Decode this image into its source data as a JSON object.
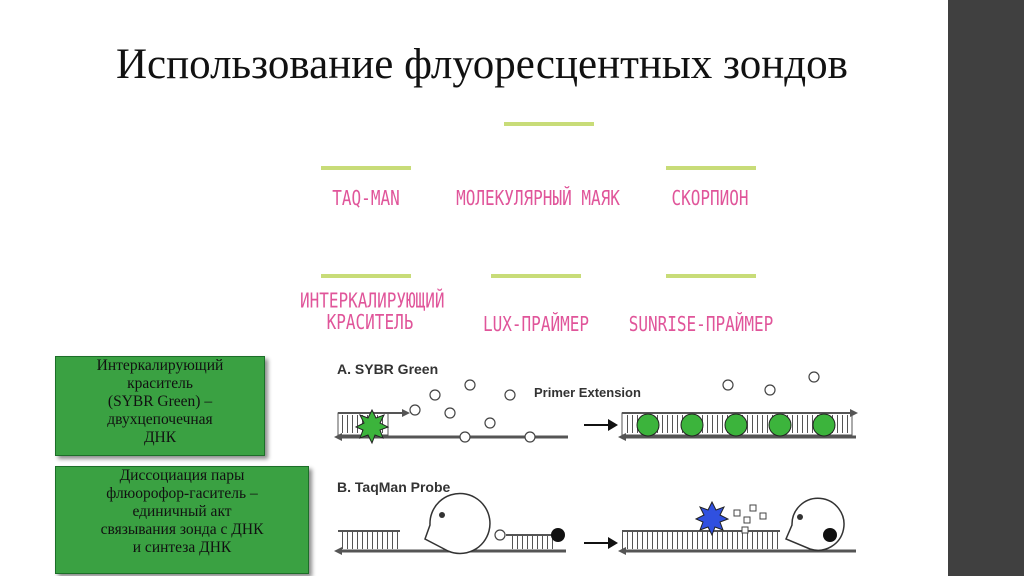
{
  "slide": {
    "title": "Использование флуоресцентных зондов"
  },
  "probe_types": [
    {
      "label": "TAQ-MAN"
    },
    {
      "label": "МОЛЕКУЛЯРНЫЙ МАЯК"
    },
    {
      "label": "СКОРПИОН"
    },
    {
      "label_line1": "ИНТЕРКАЛИРУЮЩИЙ",
      "label_line2": "КРАСИТЕЛЬ"
    },
    {
      "label": "LUX-ПРАЙМЕР"
    },
    {
      "label": "SUNRISE-ПРАЙМЕР"
    }
  ],
  "boxes": {
    "sybr": [
      "Интеркалирующий",
      "краситель",
      "(SYBR Green) –",
      "двухцепочечная",
      "ДНК"
    ],
    "taqman": [
      "Диссоциация пары",
      "флюорофор-гаситель –",
      "единичный акт",
      "связывания зонда с ДНК",
      "и синтеза ДНК"
    ]
  },
  "diagram": {
    "panel_a_label": "A. SYBR Green",
    "panel_a_caption": "Primer Extension",
    "panel_b_label": "B. TaqMan Probe"
  },
  "colors": {
    "accent_line": "#c8dc78",
    "handwriting": "#e0559a",
    "box_fill": "#3aa142",
    "sidebar": "#404040",
    "sybr_dye": "#3cb43c",
    "reporter": "#3050e0"
  }
}
